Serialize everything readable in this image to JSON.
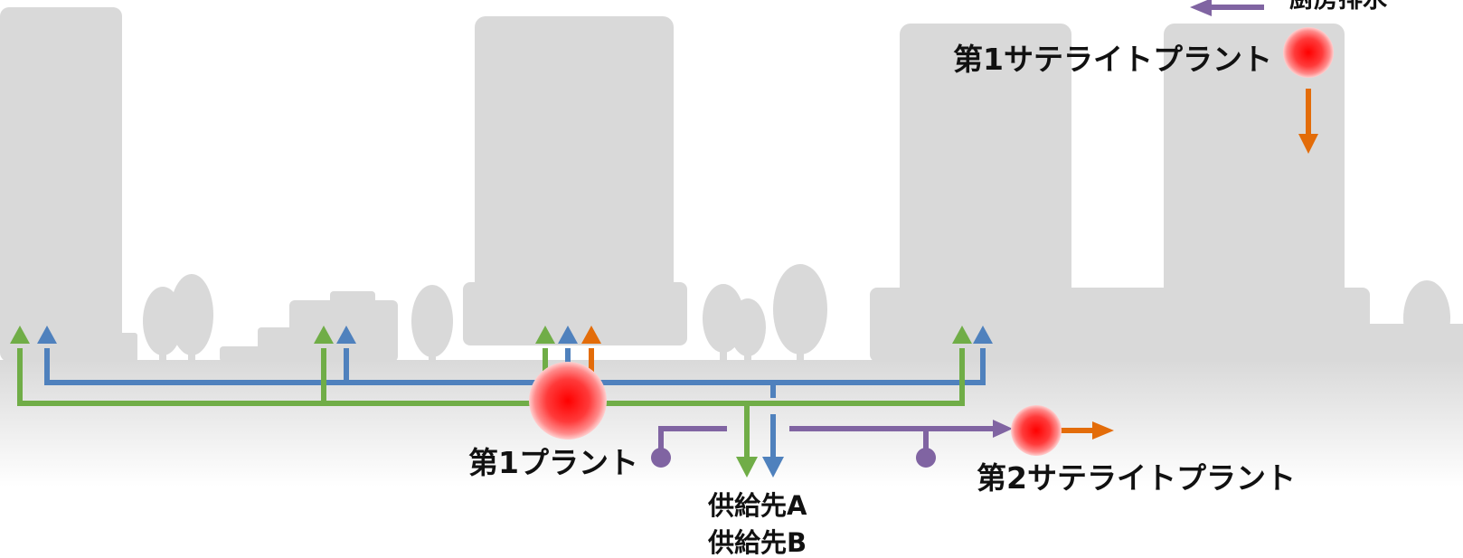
{
  "labels": {
    "first_plant": "第1プラント",
    "first_satellite_plant": "第1サテライトプラント",
    "second_satellite_plant": "第2サテライトプラント",
    "supply_a": "供給先A",
    "supply_b": "供給先B",
    "kitchen_wastewater": "厨房排水"
  },
  "colors": {
    "green_line": "#70ad47",
    "blue_line": "#4f81bd",
    "orange_line": "#e36c09",
    "purple_line": "#8064a2",
    "plant_marker": "#ff0000",
    "building_silhouette": "#d9d9d9"
  }
}
